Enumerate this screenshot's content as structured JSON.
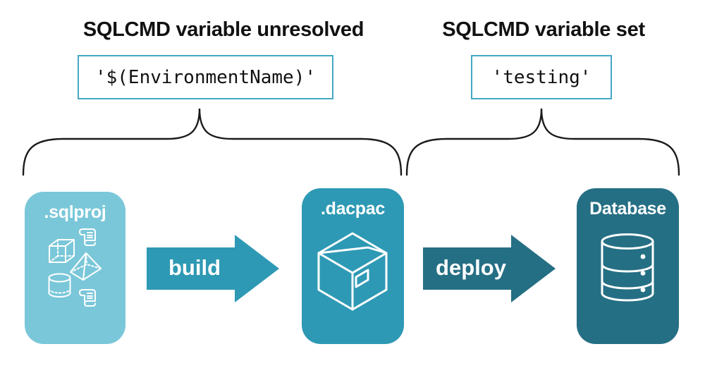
{
  "left_section": {
    "heading": "SQLCMD variable unresolved",
    "code": "'$(EnvironmentName)'"
  },
  "right_section": {
    "heading": "SQLCMD variable set",
    "code": "'testing'"
  },
  "pipeline": {
    "sqlproj": {
      "label": ".sqlproj",
      "icons": [
        "cube-icon",
        "scroll-icon",
        "pyramid-icon",
        "cylinder-icon",
        "scroll-icon"
      ]
    },
    "build_arrow": {
      "label": "build"
    },
    "dacpac": {
      "label": ".dacpac",
      "icons": [
        "package-icon"
      ]
    },
    "deploy_arrow": {
      "label": "deploy"
    },
    "database": {
      "label": "Database",
      "icons": [
        "database-icon"
      ]
    }
  },
  "colors": {
    "card_light": "#7AC7D9",
    "card_mid": "#2E99B4",
    "card_dark": "#256F84",
    "code_border": "#44A8C3",
    "brace": "#1A1A1A",
    "heading_text": "#111111",
    "icon": "#FFFFFF"
  }
}
